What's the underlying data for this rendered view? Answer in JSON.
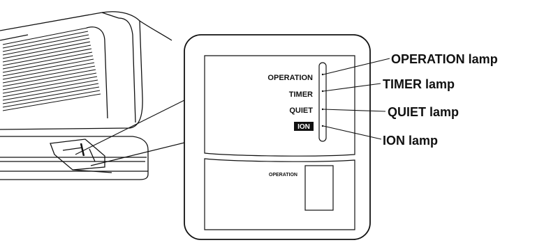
{
  "panel": {
    "labels": {
      "operation": "OPERATION",
      "timer": "TIMER",
      "quiet": "QUIET",
      "ion": "ION"
    },
    "button_label": "OPERATION"
  },
  "callouts": {
    "operation": "OPERATION lamp",
    "timer": "TIMER lamp",
    "quiet": "QUIET lamp",
    "ion": "ION lamp"
  }
}
